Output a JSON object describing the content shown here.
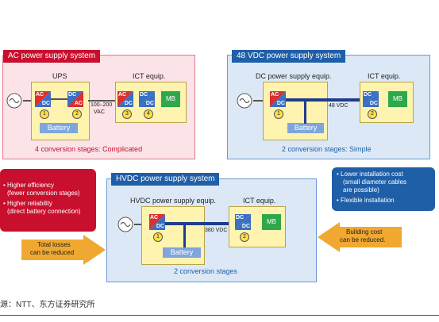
{
  "ac": {
    "title": "AC power supply system",
    "ups_label": "UPS",
    "ict_label": "ICT equip.",
    "vac_label_1": "100–200",
    "vac_label_2": "VAC",
    "battery": "Battery",
    "mb": "MB",
    "conv1_top": "AC",
    "conv1_bottom": "DC",
    "conv2_top": "DC",
    "conv2_bottom": "AC",
    "conv3_top": "AC",
    "conv3_bottom": "DC",
    "conv4_top": "DC",
    "conv4_bottom": "DC",
    "n1": "1",
    "n2": "2",
    "n3": "3",
    "n4": "4",
    "footer": "4 conversion stages: Complicated"
  },
  "dc48": {
    "title": "48 VDC power supply system",
    "equip_label": "DC power supply equip.",
    "ict_label": "ICT equip.",
    "bus_label": "48 VDC",
    "battery": "Battery",
    "mb": "MB",
    "conv1_top": "AC",
    "conv1_bottom": "DC",
    "conv2_top": "DC",
    "conv2_bottom": "DC",
    "n1": "1",
    "n2": "2",
    "footer": "2 conversion stages: Simple"
  },
  "hvdc": {
    "title": "HVDC power supply system",
    "equip_label": "HVDC power supply equip.",
    "ict_label": "ICT equip.",
    "bus_label": "380 VDC",
    "battery": "Battery",
    "mb": "MB",
    "conv1_top": "AC",
    "conv1_bottom": "DC",
    "conv2_top": "DC",
    "conv2_bottom": "DC",
    "n1": "1",
    "n2": "2",
    "footer": "2 conversion stages"
  },
  "left_callout": {
    "line1": "• Higher efficiency",
    "line2": "(fewer conversion stages)",
    "line3": "• Higher reliability",
    "line4": "(direct battery connection)"
  },
  "right_callout": {
    "line1": "• Lower installation cost",
    "line2": "(small diameter cables",
    "line3": "are possible)",
    "line4": "• Flexible installation"
  },
  "left_arrow": {
    "line1": "Total losses",
    "line2": "can be reduced"
  },
  "right_arrow": {
    "line1": "Building cost",
    "line2": "can be reduced."
  },
  "source": "源：NTT、东方证券研究所",
  "colors": {
    "red": "#c8102e",
    "blue": "#1f5fa8",
    "ac_bg": "#fbe3e8",
    "dc_bg": "#dce8f6",
    "arrow": "#f0a830"
  }
}
